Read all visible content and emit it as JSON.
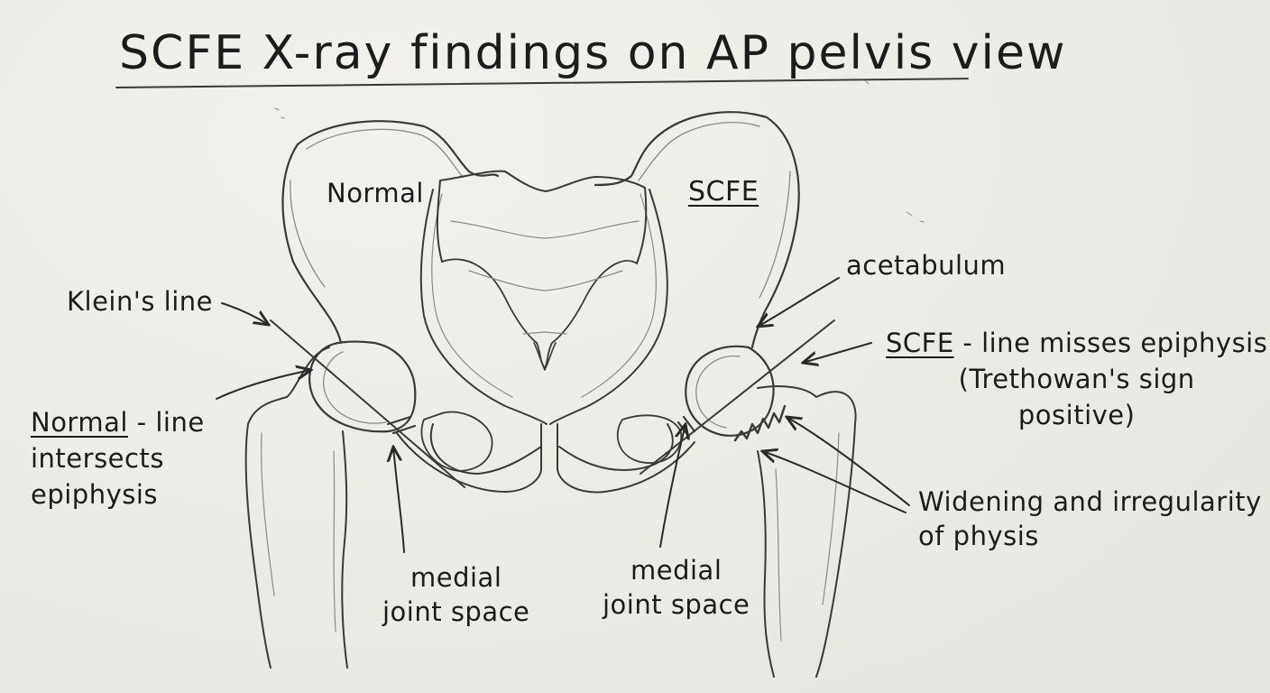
{
  "title": "SCFE X-ray findings on AP pelvis view",
  "sides": {
    "normal": "Normal",
    "scfe": "SCFE"
  },
  "labels": {
    "klein_line": "Klein's line",
    "normal_desc": {
      "heading": "Normal",
      "rest": " - line",
      "line2": "intersects",
      "line3": "epiphysis"
    },
    "medial_left": {
      "line1": "medial",
      "line2": "joint space"
    },
    "medial_right": {
      "line1": "medial",
      "line2": "joint space"
    },
    "acetabulum": "acetabulum",
    "scfe_desc": {
      "heading": "SCFE",
      "rest": " - line misses epiphysis",
      "line2": "(Trethowan's sign",
      "line3": "positive)"
    },
    "physis": {
      "line1": "Widening and irregularity",
      "line2": "of physis"
    }
  },
  "style": {
    "paper": "#eeede8",
    "pencil": "#3a3a3a"
  }
}
